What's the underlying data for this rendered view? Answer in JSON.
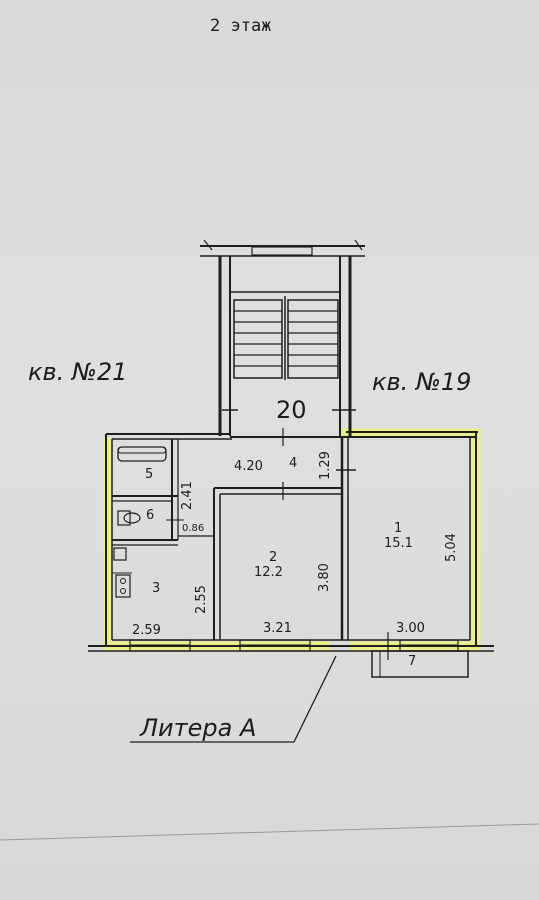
{
  "plan": {
    "floor_title": "2 этаж",
    "stair_number": "20",
    "apartments": {
      "left": "кв. №21",
      "right": "кв. №19"
    },
    "litera": "Литера А",
    "rooms": {
      "r1": {
        "number": "1",
        "area": "15.1"
      },
      "r2": {
        "number": "2",
        "area": "12.2"
      },
      "r3": {
        "number": "3"
      },
      "r4": {
        "number": "4"
      },
      "r5": {
        "number": "5"
      },
      "r6": {
        "number": "6"
      },
      "r7": {
        "number": "7"
      }
    },
    "dimensions": {
      "hall_length": "4.20",
      "hall_width": "1.29",
      "room5_length": "2.41",
      "room6_width": "0.86",
      "kitchen_length": "2.55",
      "kitchen_width": "2.59",
      "room2_width": "3.21",
      "room2_length": "3.80",
      "room1_width": "3.00",
      "room1_length": "5.04"
    },
    "highlight_color": "#eef27a",
    "wall_color": "#1e1e1e"
  }
}
